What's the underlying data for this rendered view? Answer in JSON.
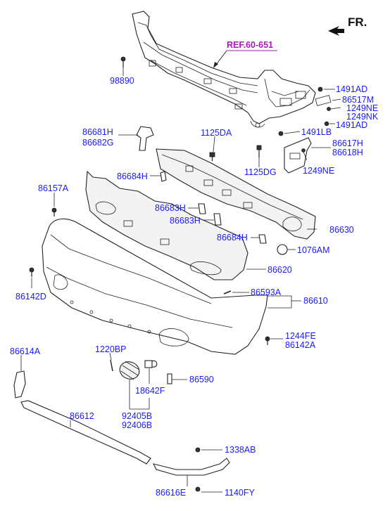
{
  "header": {
    "direction_label": "FR.",
    "reference_label": "REF.60-651"
  },
  "parts": [
    {
      "key": "p98890",
      "code": "98890"
    },
    {
      "key": "p1491AD_a",
      "code": "1491AD"
    },
    {
      "key": "p86517M",
      "code": "86517M"
    },
    {
      "key": "p1249NE_a",
      "code": "1249NE"
    },
    {
      "key": "p1249NK",
      "code": "1249NK"
    },
    {
      "key": "p1491AD_b",
      "code": "1491AD"
    },
    {
      "key": "p86681H",
      "code": "86681H"
    },
    {
      "key": "p86682G",
      "code": "86682G"
    },
    {
      "key": "p1125DA",
      "code": "1125DA"
    },
    {
      "key": "p1491LB",
      "code": "1491LB"
    },
    {
      "key": "p86617H",
      "code": "86617H"
    },
    {
      "key": "p86618H",
      "code": "86618H"
    },
    {
      "key": "p1125DG",
      "code": "1125DG"
    },
    {
      "key": "p1249NE_b",
      "code": "1249NE"
    },
    {
      "key": "p86684H_a",
      "code": "86684H"
    },
    {
      "key": "p86157A",
      "code": "86157A"
    },
    {
      "key": "p86683H_a",
      "code": "86683H"
    },
    {
      "key": "p86683H_b",
      "code": "86683H"
    },
    {
      "key": "p86630",
      "code": "86630"
    },
    {
      "key": "p86684H_b",
      "code": "86684H"
    },
    {
      "key": "p1076AM",
      "code": "1076AM"
    },
    {
      "key": "p86620",
      "code": "86620"
    },
    {
      "key": "p86142D",
      "code": "86142D"
    },
    {
      "key": "p86593A",
      "code": "86593A"
    },
    {
      "key": "p86610",
      "code": "86610"
    },
    {
      "key": "p1244FE",
      "code": "1244FE"
    },
    {
      "key": "p86142A",
      "code": "86142A"
    },
    {
      "key": "p86614A",
      "code": "86614A"
    },
    {
      "key": "p1220BP",
      "code": "1220BP"
    },
    {
      "key": "p18642F",
      "code": "18642F"
    },
    {
      "key": "p86590",
      "code": "86590"
    },
    {
      "key": "p92405B",
      "code": "92405B"
    },
    {
      "key": "p92406B",
      "code": "92406B"
    },
    {
      "key": "p86612",
      "code": "86612"
    },
    {
      "key": "p1338AB",
      "code": "1338AB"
    },
    {
      "key": "p86616E",
      "code": "86616E"
    },
    {
      "key": "p1140FY",
      "code": "1140FY"
    }
  ]
}
